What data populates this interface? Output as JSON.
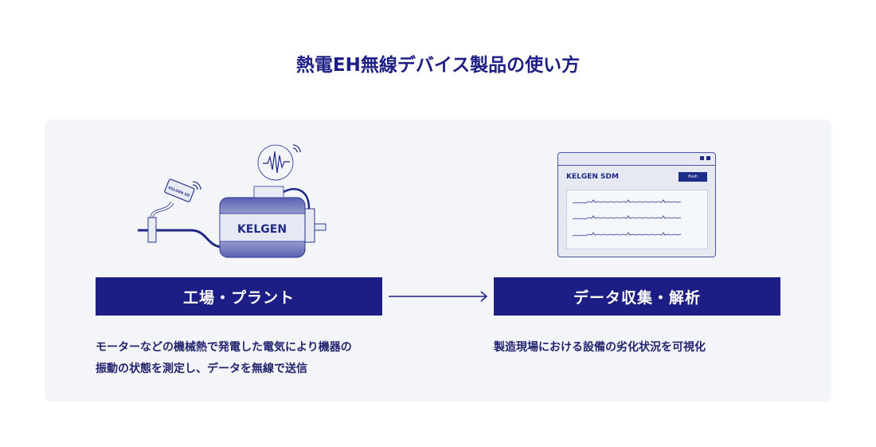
{
  "title": "熱電EH無線デバイス製品の使い方",
  "left": {
    "label": "工場・プラント",
    "desc_line1": "モーターなどの機械熱で発電した電気により機器の",
    "desc_line2": "振動の状態を測定し、データを無線で送信",
    "motor_label": "KELGEN",
    "sensor_label": "KELGEN SD"
  },
  "right": {
    "label": "データ収集・解析",
    "desc": "製造現場における設備の劣化状況を可視化",
    "app_title": "KELGEN SDM",
    "push_label": "Push"
  },
  "colors": {
    "navy": "#1c1d85",
    "panel": "#f4f5f8"
  }
}
